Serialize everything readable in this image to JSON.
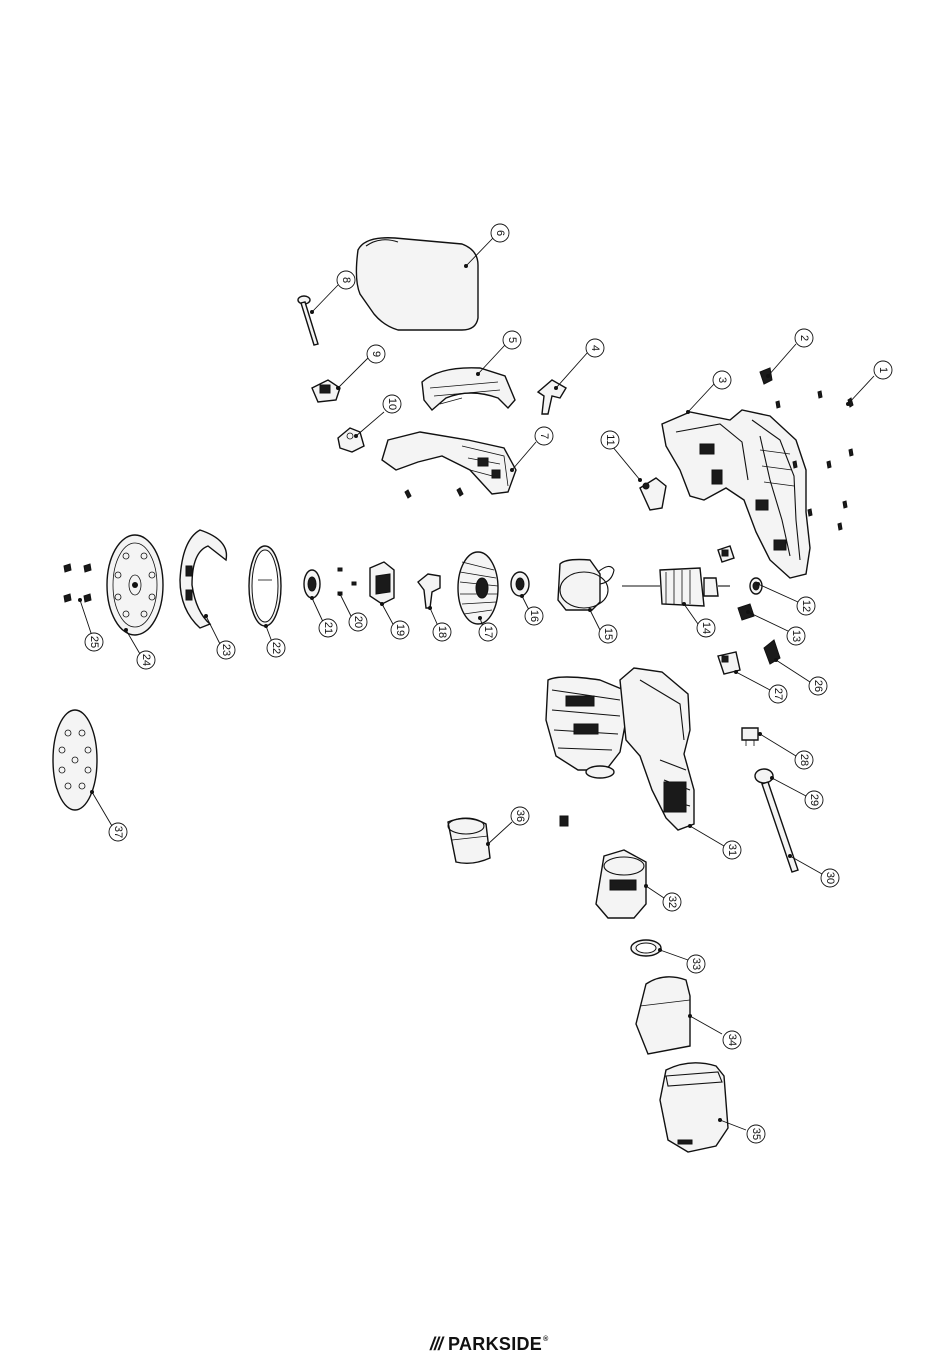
{
  "brand": {
    "slashes": "///",
    "name": "PARKSIDE",
    "registered": "®"
  },
  "part_numbers": [
    "1",
    "2",
    "3",
    "4",
    "5",
    "6",
    "7",
    "8",
    "9",
    "10",
    "11",
    "12",
    "13",
    "14",
    "15",
    "16",
    "17",
    "18",
    "19",
    "20",
    "21",
    "22",
    "23",
    "24",
    "25",
    "26",
    "27",
    "28",
    "29",
    "30",
    "31",
    "32",
    "33",
    "34",
    "35",
    "36",
    "37"
  ]
}
